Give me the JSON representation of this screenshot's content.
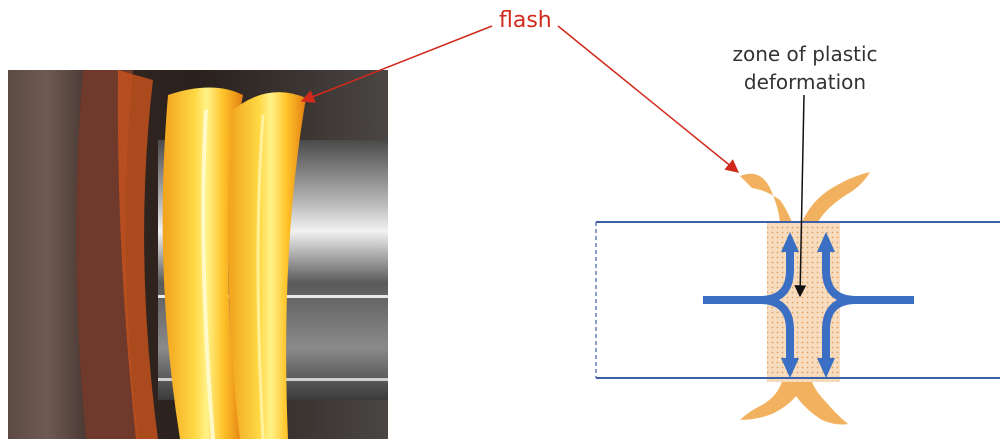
{
  "labels": {
    "flash": "flash",
    "zone_line1": "zone of plastic",
    "zone_line2": "deformation"
  },
  "colors": {
    "callout": "#d12a1c",
    "pipe_outline": "#3b62a8",
    "flow_arrow": "#3a6fc4",
    "flash_fill": "#f2b15e",
    "zone_fill": "#f7dcc0",
    "pointer": "#111111"
  }
}
